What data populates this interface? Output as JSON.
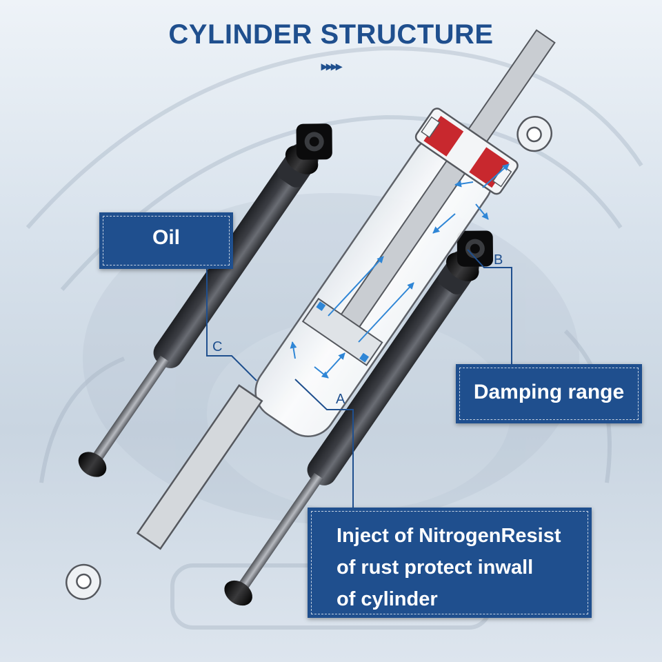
{
  "header": {
    "title": "CYLINDER STRUCTURE",
    "chevrons": "▸▸▸▸"
  },
  "callouts": {
    "oil": "Oil",
    "damping": "Damping range",
    "inject_lines": [
      "Inject of NitrogenResist",
      "of rust protect inwall",
      "of cylinder"
    ]
  },
  "markers": {
    "a": "A",
    "b": "B",
    "c": "C"
  },
  "colors": {
    "accent": "#1f4f8e",
    "seal_red": "#c8282e",
    "arrow_blue": "#2f86d6",
    "cylinder_dark": "#4a4c52"
  }
}
